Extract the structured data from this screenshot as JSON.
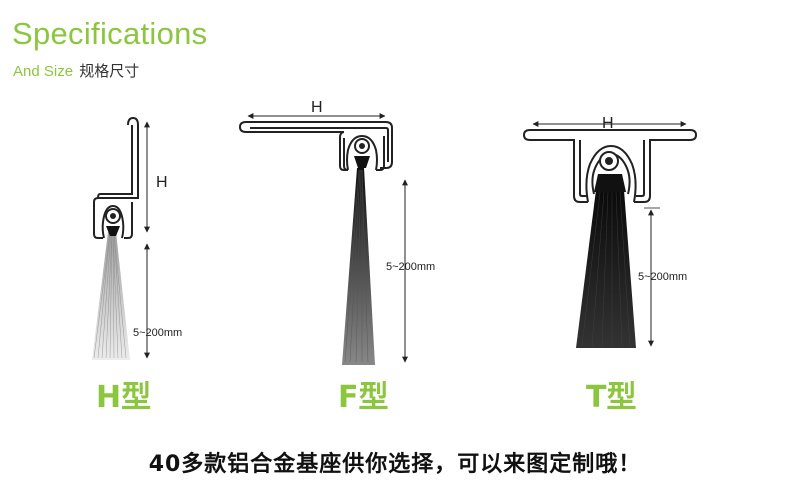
{
  "header": {
    "title": "Specifications",
    "subtitle_en": "And Size",
    "subtitle_cn": "规格尺寸"
  },
  "diagrams": {
    "h_type": {
      "label": "H型",
      "height_label": "H",
      "range_label": "5~200mm"
    },
    "f_type": {
      "label": "F型",
      "height_label": "H",
      "range_label": "5~200mm"
    },
    "t_type": {
      "label": "T型",
      "height_label": "H",
      "range_label": "5~200mm"
    }
  },
  "footer": {
    "text": "40多款铝合金基座供你选择，可以来图定制哦！"
  },
  "colors": {
    "accent": "#8cc63f",
    "line": "#333333"
  }
}
